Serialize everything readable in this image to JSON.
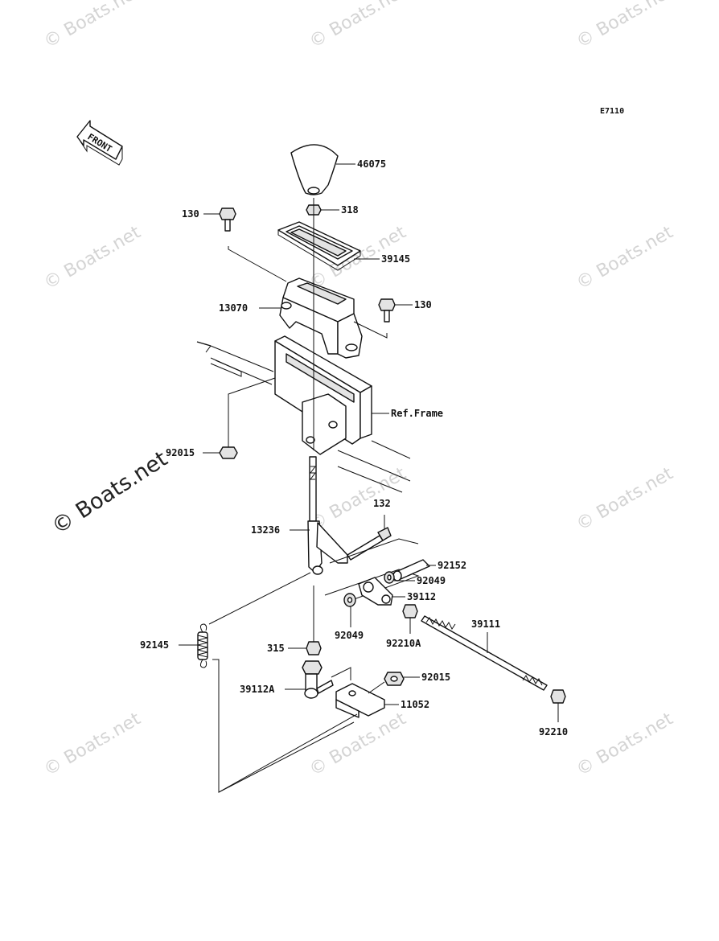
{
  "diagram_code": "E7110",
  "front_label": "FRONT",
  "watermark": "© Boats.net",
  "callouts": {
    "p46075": "46075",
    "p318": "318",
    "p130a": "130",
    "p39145": "39145",
    "p130b": "130",
    "p13070": "13070",
    "ref_frame": "Ref.Frame",
    "p92015a": "92015",
    "p132": "132",
    "p13236": "13236",
    "p92152": "92152",
    "p92049a": "92049",
    "p39112": "39112",
    "p92049b": "92049",
    "p92210a": "92210A",
    "p39111": "39111",
    "p92145": "92145",
    "p315": "315",
    "p92015b": "92015",
    "p39112a": "39112A",
    "p11052": "11052",
    "p92210": "92210"
  }
}
